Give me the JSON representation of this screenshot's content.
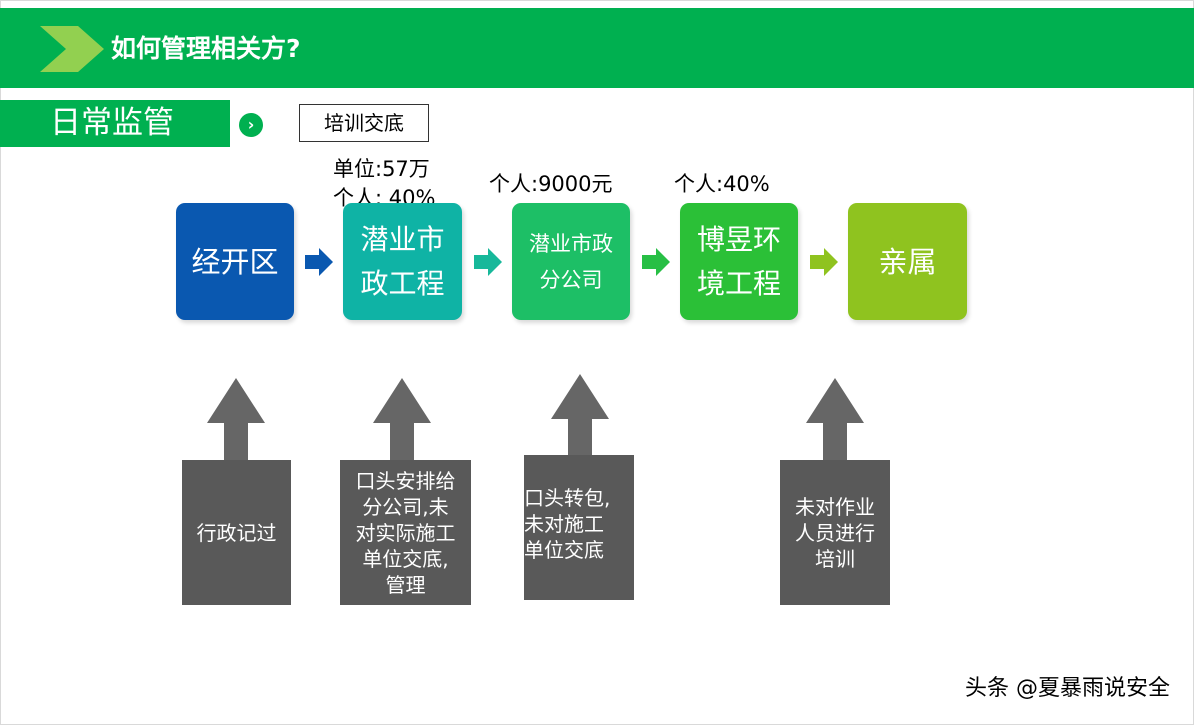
{
  "header": {
    "title": "如何管理相关方?"
  },
  "section": {
    "label": "日常监管",
    "tag": "培训交底"
  },
  "notes": {
    "zqsz_unit": "单位:57万",
    "zqsz_person": "个人: 40%",
    "zqsz_sub": "个人:9000元",
    "boyu": "个人:40%"
  },
  "flow": {
    "nodes": [
      {
        "lines": [
          "经开区"
        ],
        "color": "#0a58b0"
      },
      {
        "lines": [
          "潜业市",
          "政工程"
        ],
        "color": "#0fb3a5"
      },
      {
        "lines": [
          "潜业市政",
          "分公司"
        ],
        "color": "#1dbf66"
      },
      {
        "lines": [
          "博昱环",
          "境工程"
        ],
        "color": "#2bc037"
      },
      {
        "lines": [
          "亲属"
        ],
        "color": "#8fc31f"
      }
    ]
  },
  "comments": [
    {
      "lines": [
        "行政记过"
      ]
    },
    {
      "lines": [
        "口头安排给",
        "分公司,未",
        "对实际施工",
        "单位交底,",
        "管理"
      ]
    },
    {
      "lines": [
        "口头转包,",
        "未对施工",
        "单位交底"
      ]
    },
    {
      "lines": [
        "未对作业",
        "人员进行",
        "培训"
      ]
    }
  ],
  "watermark": "头条 @夏暴雨说安全",
  "colors": {
    "green": "#00b050",
    "gray": "#595959",
    "arrow_gray": "#666666"
  }
}
